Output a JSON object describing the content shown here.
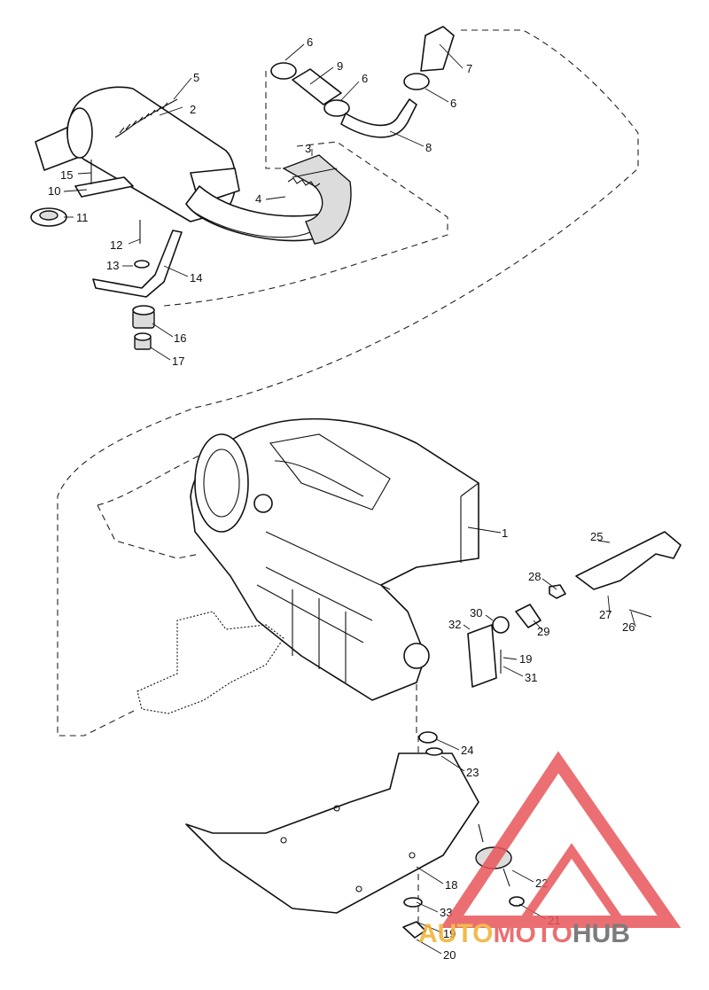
{
  "parts": [
    {
      "id": "p1",
      "number": "1"
    },
    {
      "id": "p2",
      "number": "2"
    },
    {
      "id": "p3",
      "number": "3"
    },
    {
      "id": "p4",
      "number": "4"
    },
    {
      "id": "p5",
      "number": "5"
    },
    {
      "id": "p6a",
      "number": "6"
    },
    {
      "id": "p6b",
      "number": "6"
    },
    {
      "id": "p6c",
      "number": "6"
    },
    {
      "id": "p7",
      "number": "7"
    },
    {
      "id": "p8",
      "number": "8"
    },
    {
      "id": "p9",
      "number": "9"
    },
    {
      "id": "p10",
      "number": "10"
    },
    {
      "id": "p11",
      "number": "11"
    },
    {
      "id": "p12",
      "number": "12"
    },
    {
      "id": "p13",
      "number": "13"
    },
    {
      "id": "p14",
      "number": "14"
    },
    {
      "id": "p15",
      "number": "15"
    },
    {
      "id": "p16",
      "number": "16"
    },
    {
      "id": "p17",
      "number": "17"
    },
    {
      "id": "p18",
      "number": "18"
    },
    {
      "id": "p19a",
      "number": "19"
    },
    {
      "id": "p19b",
      "number": "19"
    },
    {
      "id": "p20",
      "number": "20"
    },
    {
      "id": "p21",
      "number": "21"
    },
    {
      "id": "p22",
      "number": "22"
    },
    {
      "id": "p23",
      "number": "23"
    },
    {
      "id": "p24",
      "number": "24"
    },
    {
      "id": "p25",
      "number": "25"
    },
    {
      "id": "p26",
      "number": "26"
    },
    {
      "id": "p27",
      "number": "27"
    },
    {
      "id": "p28",
      "number": "28"
    },
    {
      "id": "p29",
      "number": "29"
    },
    {
      "id": "p30",
      "number": "30"
    },
    {
      "id": "p31",
      "number": "31"
    },
    {
      "id": "p32",
      "number": "32"
    },
    {
      "id": "p33",
      "number": "33"
    }
  ],
  "watermark": {
    "part1": "AUTO",
    "part2": "MOTO",
    "part3": "HUB",
    "color_red": "#e8565a",
    "color_orange": "#f0b030",
    "color_grey": "#666666"
  }
}
